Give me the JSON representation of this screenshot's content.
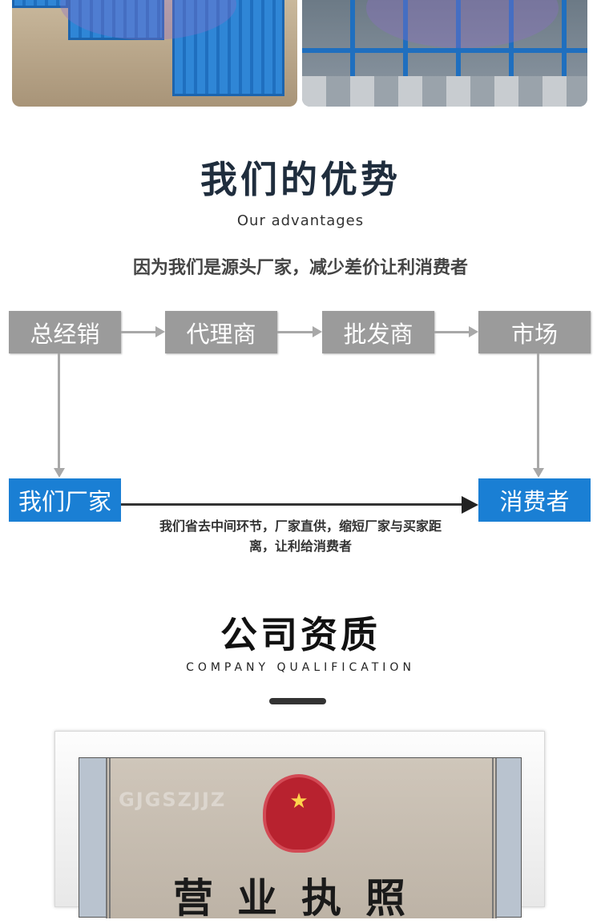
{
  "advantages": {
    "title": "我们的优势",
    "subtitle_en": "Our advantages",
    "tagline": "因为我们是源头厂家，减少差价让利消费者",
    "chain": [
      "总经销",
      "代理商",
      "批发商",
      "市场"
    ],
    "factory": "我们厂家",
    "consumer": "消费者",
    "caption_line1": "我们省去中间环节，厂家直供，缩短厂家与买家距",
    "caption_line2": "离，让利给消费者"
  },
  "qualification": {
    "title": "公司资质",
    "subtitle_en": "COMPANY QUALIFICATION",
    "certificate_title": "营业执照",
    "watermark": "GJGSZJJZ"
  },
  "colors": {
    "blue": "#1a7fd4",
    "gray": "#9b9b9b",
    "title": "#1f2d3d"
  }
}
